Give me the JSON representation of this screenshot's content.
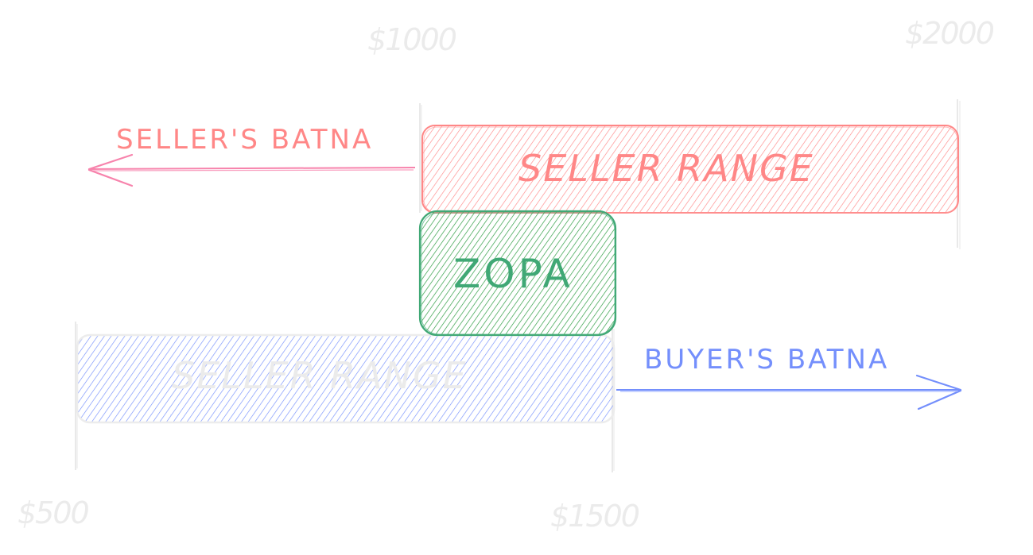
{
  "diagram": {
    "title": "ZOPA negotiation diagram",
    "colors": {
      "seller": "#ff8787",
      "seller_arrow": "#f783ac",
      "buyer": "#748ffc",
      "buyer_text": "#ebebeb",
      "zopa_stroke": "#40a875",
      "zopa_hatch": "#2f9e44",
      "tick": "#e9e9e9",
      "price_label": "#ebebeb"
    },
    "price_labels": {
      "p500": "$500",
      "p1000": "$1000",
      "p1500": "$1500",
      "p2000": "$2000"
    },
    "seller_batna": {
      "label": "SELLER'S BATNA",
      "direction": "left"
    },
    "seller_range": {
      "label": "SELLER RANGE",
      "from": "$1000",
      "to": "$2000"
    },
    "zopa": {
      "label": "ZOPA",
      "from": "$1000",
      "to": "$1500"
    },
    "buyer_range": {
      "label": "SELLER RANGE",
      "from": "$500",
      "to": "$1500"
    },
    "buyer_batna": {
      "label": "BUYER'S BATNA",
      "direction": "right"
    }
  }
}
